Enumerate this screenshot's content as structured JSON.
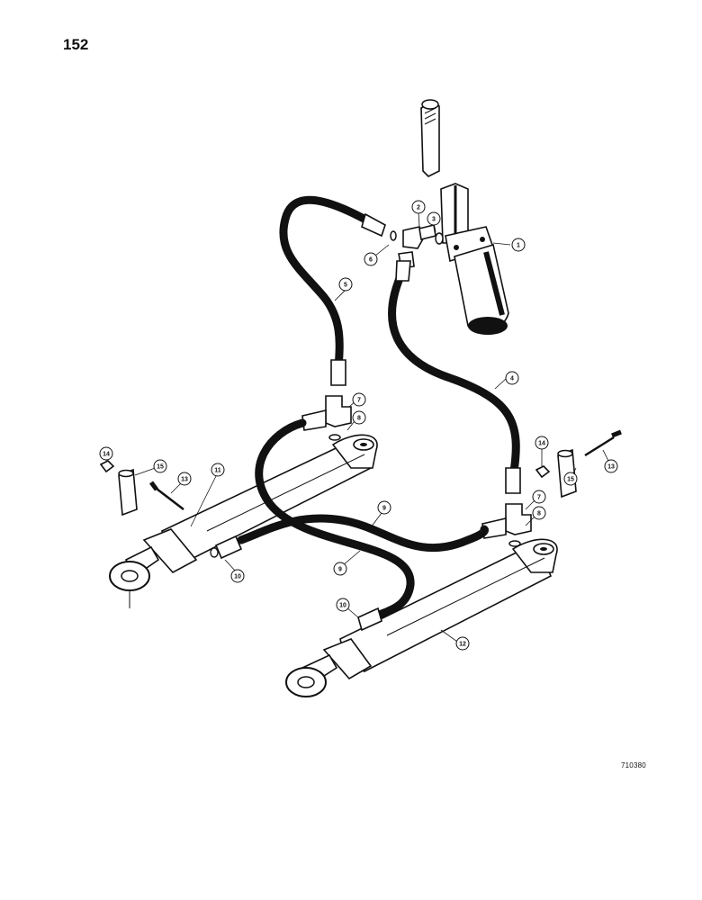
{
  "page": {
    "number": "152",
    "figure_id": "710380"
  },
  "callouts": {
    "c1": "1",
    "c2": "2",
    "c3": "3",
    "c4": "4",
    "c5": "5",
    "c6": "6",
    "c7a": "7",
    "c7b": "7",
    "c8a": "8",
    "c8b": "8",
    "c9a": "9",
    "c9b": "9",
    "c10a": "10",
    "c10b": "10",
    "c11": "11",
    "c12": "12",
    "c13a": "13",
    "c13b": "13",
    "c14a": "14",
    "c14b": "14",
    "c15a": "15",
    "c15b": "15"
  }
}
